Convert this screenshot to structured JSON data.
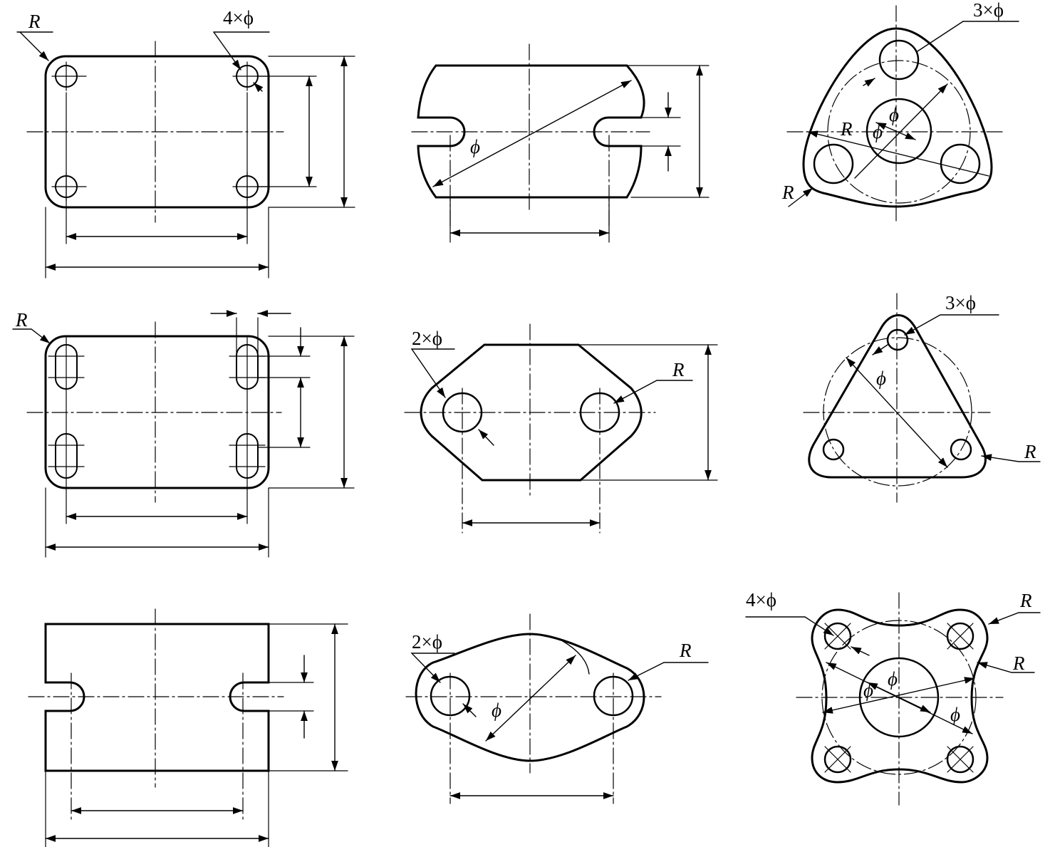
{
  "labels": {
    "R": "R",
    "phi": "ϕ",
    "n4phi": "4×ϕ",
    "n3phi": "3×ϕ",
    "n2phi": "2×ϕ"
  },
  "colors": {
    "line": "#000000",
    "background": "#ffffff"
  }
}
